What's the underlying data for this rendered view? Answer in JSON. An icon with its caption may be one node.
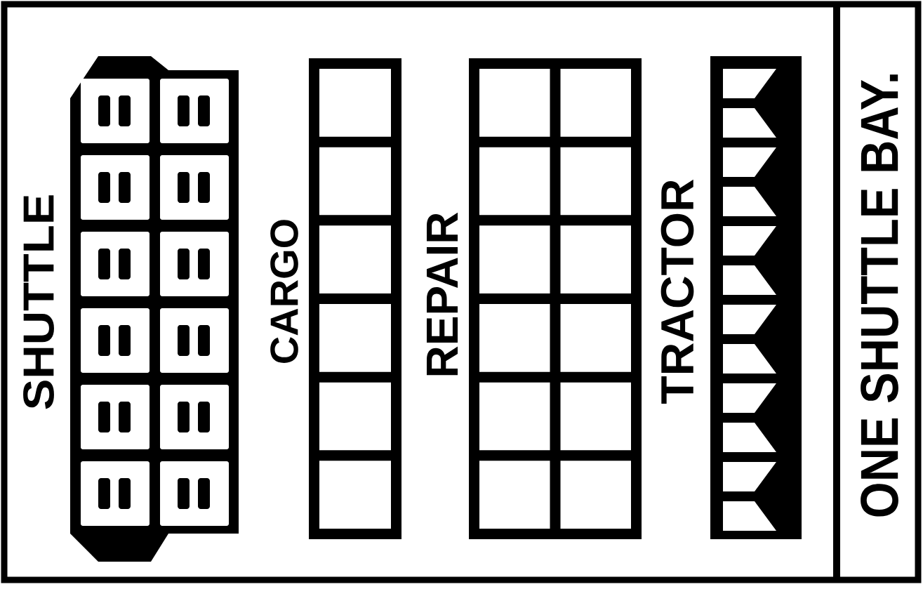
{
  "diagram": {
    "labels": [
      "SHUTTLE",
      "CARGO",
      "REPAIR",
      "TRACTOR",
      "ONE SHUTTLE BAY."
    ]
  }
}
